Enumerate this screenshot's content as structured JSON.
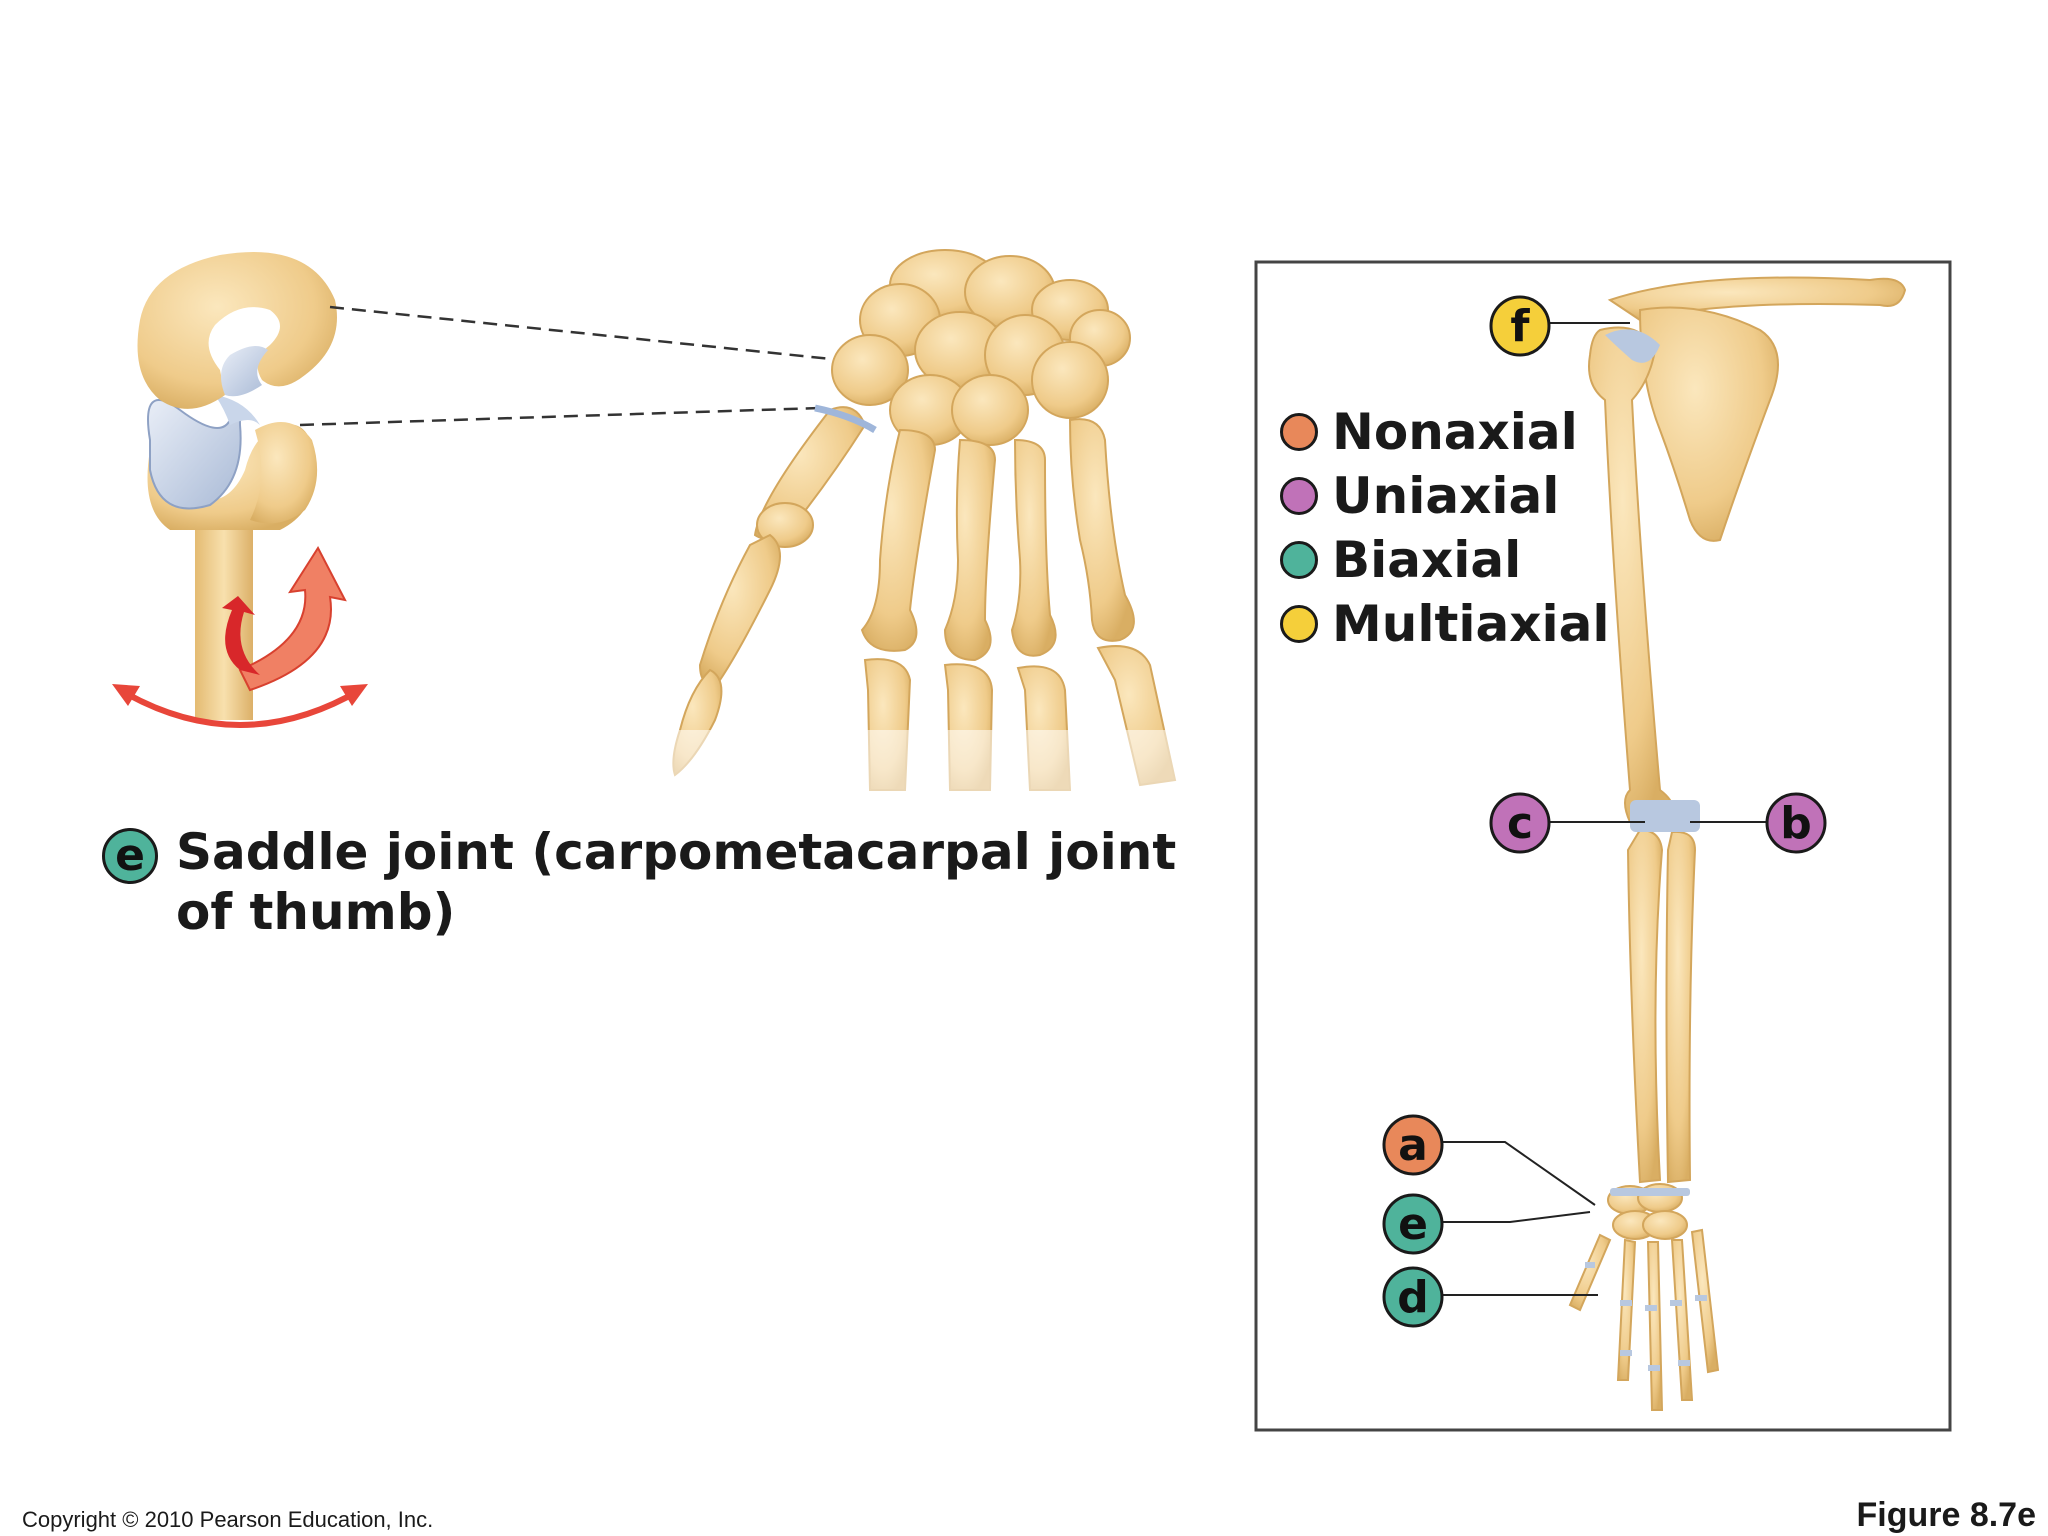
{
  "caption": {
    "badge": "e",
    "title": "Saddle joint (carpometacarpal joint of thumb)"
  },
  "legend": [
    {
      "label": "Nonaxial",
      "color": "#e8885a"
    },
    {
      "label": "Uniaxial",
      "color": "#c072b8"
    },
    {
      "label": "Biaxial",
      "color": "#4fb39b"
    },
    {
      "label": "Multiaxial",
      "color": "#f5cf3a"
    }
  ],
  "markers": [
    {
      "letter": "f",
      "color": "#f5cf3a"
    },
    {
      "letter": "c",
      "color": "#c072b8"
    },
    {
      "letter": "b",
      "color": "#c072b8"
    },
    {
      "letter": "a",
      "color": "#e8885a"
    },
    {
      "letter": "e",
      "color": "#4fb39b"
    },
    {
      "letter": "d",
      "color": "#4fb39b"
    }
  ],
  "colors": {
    "bone": "#f1d29a",
    "bone_shade": "#d9ae63",
    "cartilage": "#b8c8e0",
    "arrow": "#e8463a"
  },
  "footer": {
    "copyright": "Copyright © 2010 Pearson Education, Inc.",
    "figure": "Figure 8.7e"
  }
}
